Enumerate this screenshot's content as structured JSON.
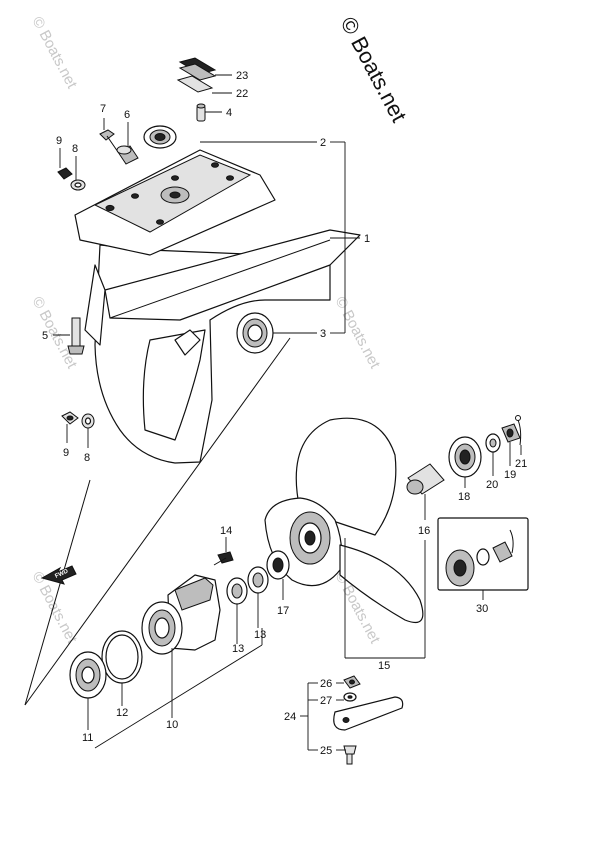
{
  "watermark": {
    "main": "© Boats.net",
    "faint": "© Boats.net"
  },
  "fwd_label": "FWD",
  "callouts": [
    {
      "id": "1",
      "label": "1"
    },
    {
      "id": "2",
      "label": "2"
    },
    {
      "id": "3",
      "label": "3"
    },
    {
      "id": "4",
      "label": "4"
    },
    {
      "id": "5",
      "label": "5"
    },
    {
      "id": "6",
      "label": "6"
    },
    {
      "id": "7",
      "label": "7"
    },
    {
      "id": "8a",
      "label": "8"
    },
    {
      "id": "8b",
      "label": "8"
    },
    {
      "id": "9a",
      "label": "9"
    },
    {
      "id": "9b",
      "label": "9"
    },
    {
      "id": "10",
      "label": "10"
    },
    {
      "id": "11",
      "label": "11"
    },
    {
      "id": "12",
      "label": "12"
    },
    {
      "id": "13a",
      "label": "13"
    },
    {
      "id": "13b",
      "label": "13"
    },
    {
      "id": "14",
      "label": "14"
    },
    {
      "id": "15",
      "label": "15"
    },
    {
      "id": "16",
      "label": "16"
    },
    {
      "id": "17",
      "label": "17"
    },
    {
      "id": "18",
      "label": "18"
    },
    {
      "id": "19",
      "label": "19"
    },
    {
      "id": "20",
      "label": "20"
    },
    {
      "id": "21",
      "label": "21"
    },
    {
      "id": "22",
      "label": "22"
    },
    {
      "id": "23",
      "label": "23"
    },
    {
      "id": "24",
      "label": "24"
    },
    {
      "id": "25",
      "label": "25"
    },
    {
      "id": "26",
      "label": "26"
    },
    {
      "id": "27",
      "label": "27"
    },
    {
      "id": "30",
      "label": "30"
    }
  ]
}
